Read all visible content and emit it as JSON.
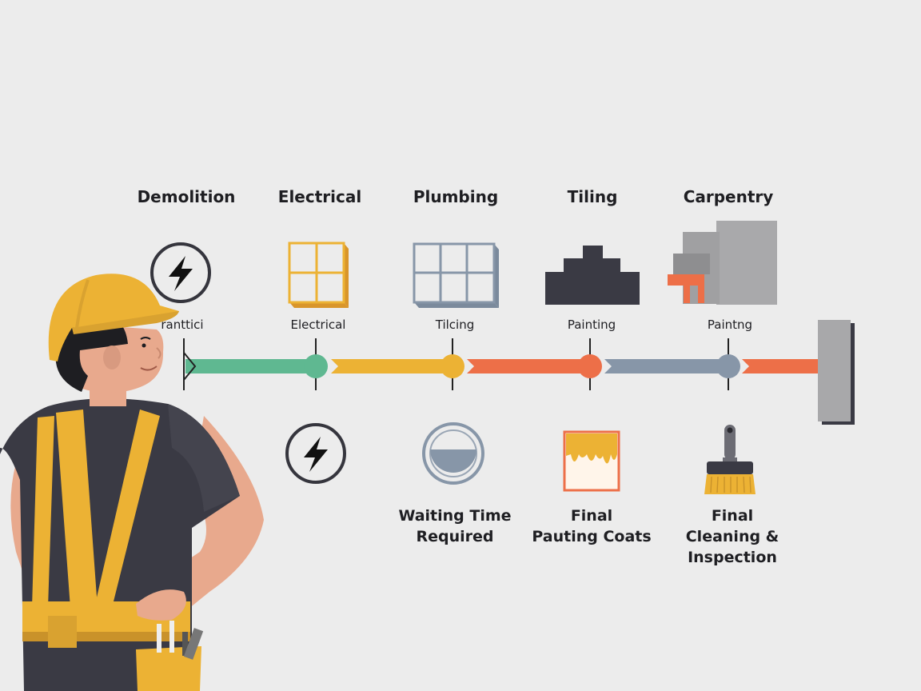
{
  "stages": [
    {
      "title": "Demolition",
      "small_label": "ranttici"
    },
    {
      "title": "Electrical",
      "small_label": "Electrical"
    },
    {
      "title": "Plumbing",
      "small_label": "Tilcing"
    },
    {
      "title": "Tiling",
      "small_label": "Painting"
    },
    {
      "title": "Carpentry",
      "small_label": "Paintng"
    }
  ],
  "bottom_labels": [
    {
      "lines": [
        "Waiting Time",
        "Required"
      ]
    },
    {
      "lines": [
        "Final",
        "Pauting Coats"
      ]
    },
    {
      "lines": [
        "Final",
        "Cleaning &",
        "Inspection"
      ]
    }
  ],
  "colors": {
    "background": "#ececec",
    "green": "#5fb891",
    "yellow": "#ecb234",
    "orange": "#ed6f48",
    "slate": "#8796a8",
    "dark": "#3a3a44"
  },
  "icons": [
    "lightning-circle-icon",
    "window-grid-icon",
    "tile-grid-icon",
    "building-block-icon",
    "cabinet-icon",
    "lightning-circle-icon",
    "half-full-circle-icon",
    "paint-can-icon",
    "paint-brush-icon",
    "hammer-head-icon"
  ]
}
